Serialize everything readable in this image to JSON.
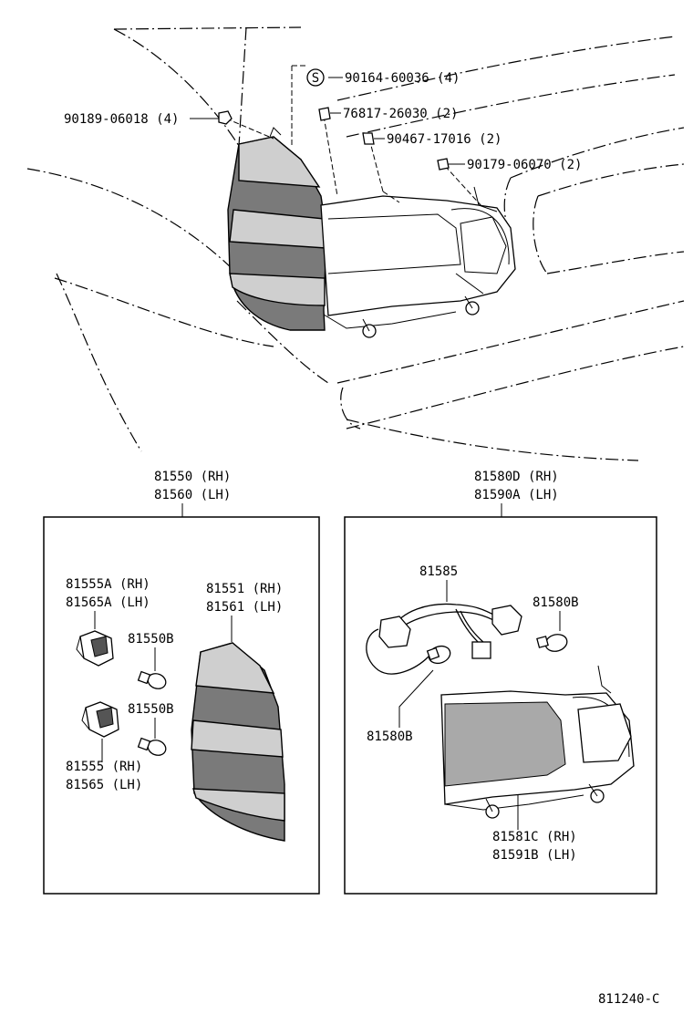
{
  "diagram_code": "811240-C",
  "callouts": {
    "p90164": "90164-60036 (4)",
    "p90189": "90189-06018 (4)",
    "p76817": "76817-26030 (2)",
    "p90467": "90467-17016 (2)",
    "p90179": "90179-06070 (2)",
    "s_symbol": "S"
  },
  "left_box": {
    "title_line1": "81550 (RH)",
    "title_line2": "81560 (LH)",
    "socket_a_line1": "81555A (RH)",
    "socket_a_line2": "81565A (LH)",
    "bulb_1": "81550B",
    "bulb_2": "81550B",
    "socket_line1": "81555 (RH)",
    "socket_line2": "81565 (LH)",
    "lens_line1": "81551 (RH)",
    "lens_line2": "81561 (LH)"
  },
  "right_box": {
    "title_line1": "81580D (RH)",
    "title_line2": "81590A (LH)",
    "harness": "81585",
    "bulb_top": "81580B",
    "bulb_bottom": "81580B",
    "housing_line1": "81581C (RH)",
    "housing_line2": "81591B (LH)"
  }
}
